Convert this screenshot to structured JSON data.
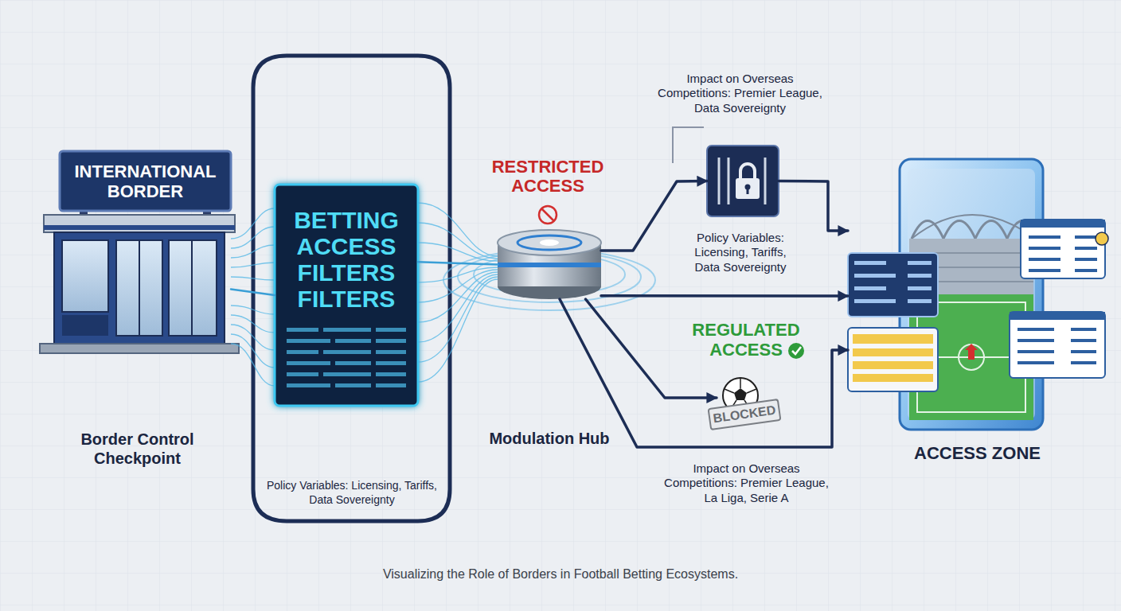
{
  "diagram": {
    "caption": "Visualizing the Role of Borders in Football Betting Ecosystems.",
    "nodes": [
      {
        "text": [
          "INTERNATIONAL BORDER",
          "Border Control Checkpoint"
        ]
      },
      {
        "text": [
          "BETTING ACCESS FILTERS FILTERS"
        ]
      },
      {
        "text": [
          "Modulation Hub"
        ]
      },
      {
        "text": [
          "Policy Variables: Licensing, Tariffs, Data Sovereignty"
        ]
      },
      {
        "text": [
          "BLOCKED"
        ]
      },
      {
        "text": [
          "ACCESS ZONE"
        ]
      }
    ],
    "edges": [
      {
        "from": 0,
        "to": 1,
        "arrow": "none"
      },
      {
        "from": 1,
        "to": 2,
        "arrow": "none"
      },
      {
        "from": 2,
        "to": 3,
        "arrow": "to"
      },
      {
        "from": 3,
        "to": 5,
        "arrow": "to"
      },
      {
        "from": 2,
        "to": 5,
        "arrow": "to"
      },
      {
        "from": 2,
        "to": 4,
        "arrow": "to"
      },
      {
        "from": 2,
        "to": 5,
        "arrow": "to"
      }
    ],
    "labels": [
      "RESTRICTED ACCESS",
      "Impact on Overseas Competitions: Premier League, Data Sovereignty",
      "REGULATED ACCESS",
      "Policy Variables: Licensing, Tariffs, Data Sovereignty",
      "Impact on Overseas Competitions: Premier League, La Liga, Serie A"
    ]
  }
}
